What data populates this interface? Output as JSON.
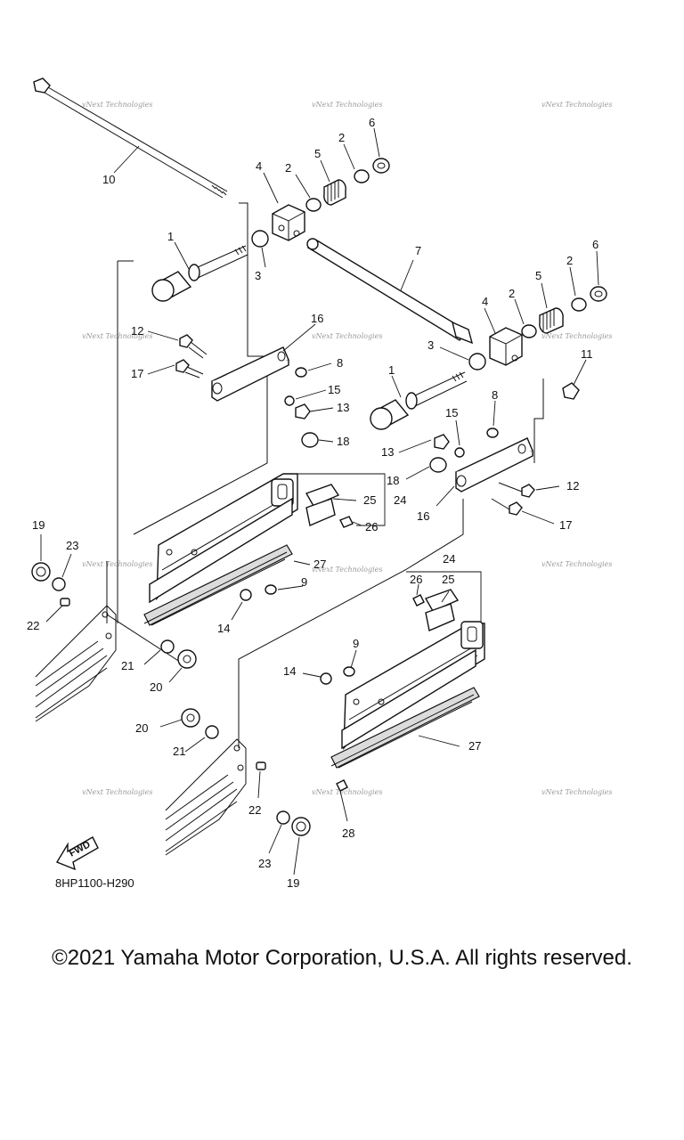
{
  "diagram": {
    "drawing_code": "8HP1100-H290",
    "fwd_label": "FWD",
    "watermark": "vNext Technologies",
    "callouts": [
      {
        "id": "c10a",
        "label": "10"
      },
      {
        "id": "c4a",
        "label": "4"
      },
      {
        "id": "c2a",
        "label": "2"
      },
      {
        "id": "c5a",
        "label": "5"
      },
      {
        "id": "c2b",
        "label": "2"
      },
      {
        "id": "c6a",
        "label": "6"
      },
      {
        "id": "c1a",
        "label": "1"
      },
      {
        "id": "c3a",
        "label": "3"
      },
      {
        "id": "c7a",
        "label": "7"
      },
      {
        "id": "c6b",
        "label": "6"
      },
      {
        "id": "c2c",
        "label": "2"
      },
      {
        "id": "c5b",
        "label": "5"
      },
      {
        "id": "c2d",
        "label": "2"
      },
      {
        "id": "c4b",
        "label": "4"
      },
      {
        "id": "c16a",
        "label": "16"
      },
      {
        "id": "c12a",
        "label": "12"
      },
      {
        "id": "c17a",
        "label": "17"
      },
      {
        "id": "c8a",
        "label": "8"
      },
      {
        "id": "c15a",
        "label": "15"
      },
      {
        "id": "c13a",
        "label": "13"
      },
      {
        "id": "c18a",
        "label": "18"
      },
      {
        "id": "c3b",
        "label": "3"
      },
      {
        "id": "c11a",
        "label": "11"
      },
      {
        "id": "c1b",
        "label": "1"
      },
      {
        "id": "c8b",
        "label": "8"
      },
      {
        "id": "c15b",
        "label": "15"
      },
      {
        "id": "c13b",
        "label": "13"
      },
      {
        "id": "c18b",
        "label": "18"
      },
      {
        "id": "c12b",
        "label": "12"
      },
      {
        "id": "c16b",
        "label": "16"
      },
      {
        "id": "c17b",
        "label": "17"
      },
      {
        "id": "c25a",
        "label": "25"
      },
      {
        "id": "c24a",
        "label": "24"
      },
      {
        "id": "c26a",
        "label": "26"
      },
      {
        "id": "c19a",
        "label": "19"
      },
      {
        "id": "c23a",
        "label": "23"
      },
      {
        "id": "c22a",
        "label": "22"
      },
      {
        "id": "c27a",
        "label": "27"
      },
      {
        "id": "c9a",
        "label": "9"
      },
      {
        "id": "c14a",
        "label": "14"
      },
      {
        "id": "c21a",
        "label": "21"
      },
      {
        "id": "c20a",
        "label": "20"
      },
      {
        "id": "c24b",
        "label": "24"
      },
      {
        "id": "c26b",
        "label": "26"
      },
      {
        "id": "c25b",
        "label": "25"
      },
      {
        "id": "c9b",
        "label": "9"
      },
      {
        "id": "c14b",
        "label": "14"
      },
      {
        "id": "c20b",
        "label": "20"
      },
      {
        "id": "c21b",
        "label": "21"
      },
      {
        "id": "c27b",
        "label": "27"
      },
      {
        "id": "c22b",
        "label": "22"
      },
      {
        "id": "c28a",
        "label": "28"
      },
      {
        "id": "c23b",
        "label": "23"
      },
      {
        "id": "c19b",
        "label": "19"
      }
    ]
  },
  "footer": {
    "copyright": "©2021 Yamaha Motor Corporation, U.S.A. All rights reserved."
  }
}
